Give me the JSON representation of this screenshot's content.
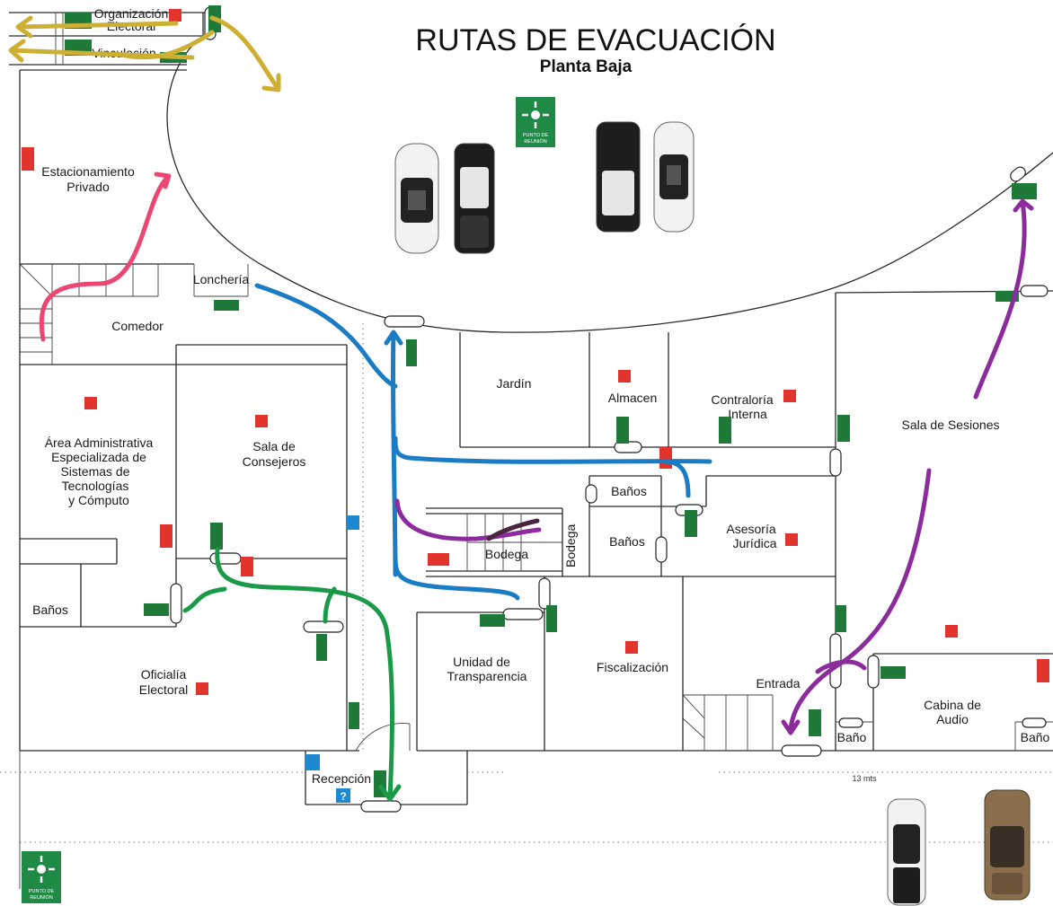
{
  "title": "RUTAS DE EVACUACIÓN",
  "subtitle": "Planta Baja",
  "rooms": {
    "org_electoral": [
      "Organización",
      "Electoral"
    ],
    "vinculacion": "Vinculación",
    "estacionamiento": [
      "Estacionamiento",
      "Privado"
    ],
    "loncheria": "Lonchería",
    "comedor": "Comedor",
    "area_admin": [
      "Área Administrativa",
      "Especializada de",
      "Sistemas de",
      "Tecnologías",
      "y Cómputo"
    ],
    "sala_consejeros": [
      "Sala de",
      "Consejeros"
    ],
    "banos_left": "Baños",
    "oficialia": [
      "Oficialía",
      "Electoral"
    ],
    "recepcion": "Recepción",
    "jardin": "Jardín",
    "almacen": "Almacen",
    "contraloria": [
      "Contraloría",
      "Interna"
    ],
    "sala_sesiones": "Sala de Sesiones",
    "banos_top": "Baños",
    "banos_mid": "Baños",
    "bodega": "Bodega",
    "bodega_stairs": "Bodega",
    "asesoria": [
      "Asesoría",
      "Jurídica"
    ],
    "unidad": [
      "Unidad de",
      "Transparencia"
    ],
    "fiscalizacion": "Fiscalización",
    "entrada": "Entrada",
    "cabina": [
      "Cabina de",
      "Audio"
    ],
    "bano_1": "Baño",
    "bano_2": "Baño"
  },
  "measure": "13 mts",
  "punto_reunion": [
    "PUNTO DE",
    "REUNIÓN"
  ],
  "routes": [
    {
      "name": "yellow-route",
      "color": "#cdb033"
    },
    {
      "name": "pink-route",
      "color": "#ec4673"
    },
    {
      "name": "blue-route",
      "color": "#1a7cc4"
    },
    {
      "name": "purple-route",
      "color": "#8c2c9c"
    },
    {
      "name": "green-route",
      "color": "#1a9a48"
    }
  ],
  "colors": {
    "exit_sign": "#1f7a3a",
    "alarm": "#e0342c",
    "extinguisher": "#e0342c",
    "info": "#1e88d0"
  },
  "icons": {
    "meeting_point": "meeting-point-icon",
    "exit": "emergency-exit-icon",
    "alarm": "alarm-icon",
    "extinguisher": "fire-extinguisher-icon",
    "info": "information-icon",
    "car": "car-icon"
  }
}
